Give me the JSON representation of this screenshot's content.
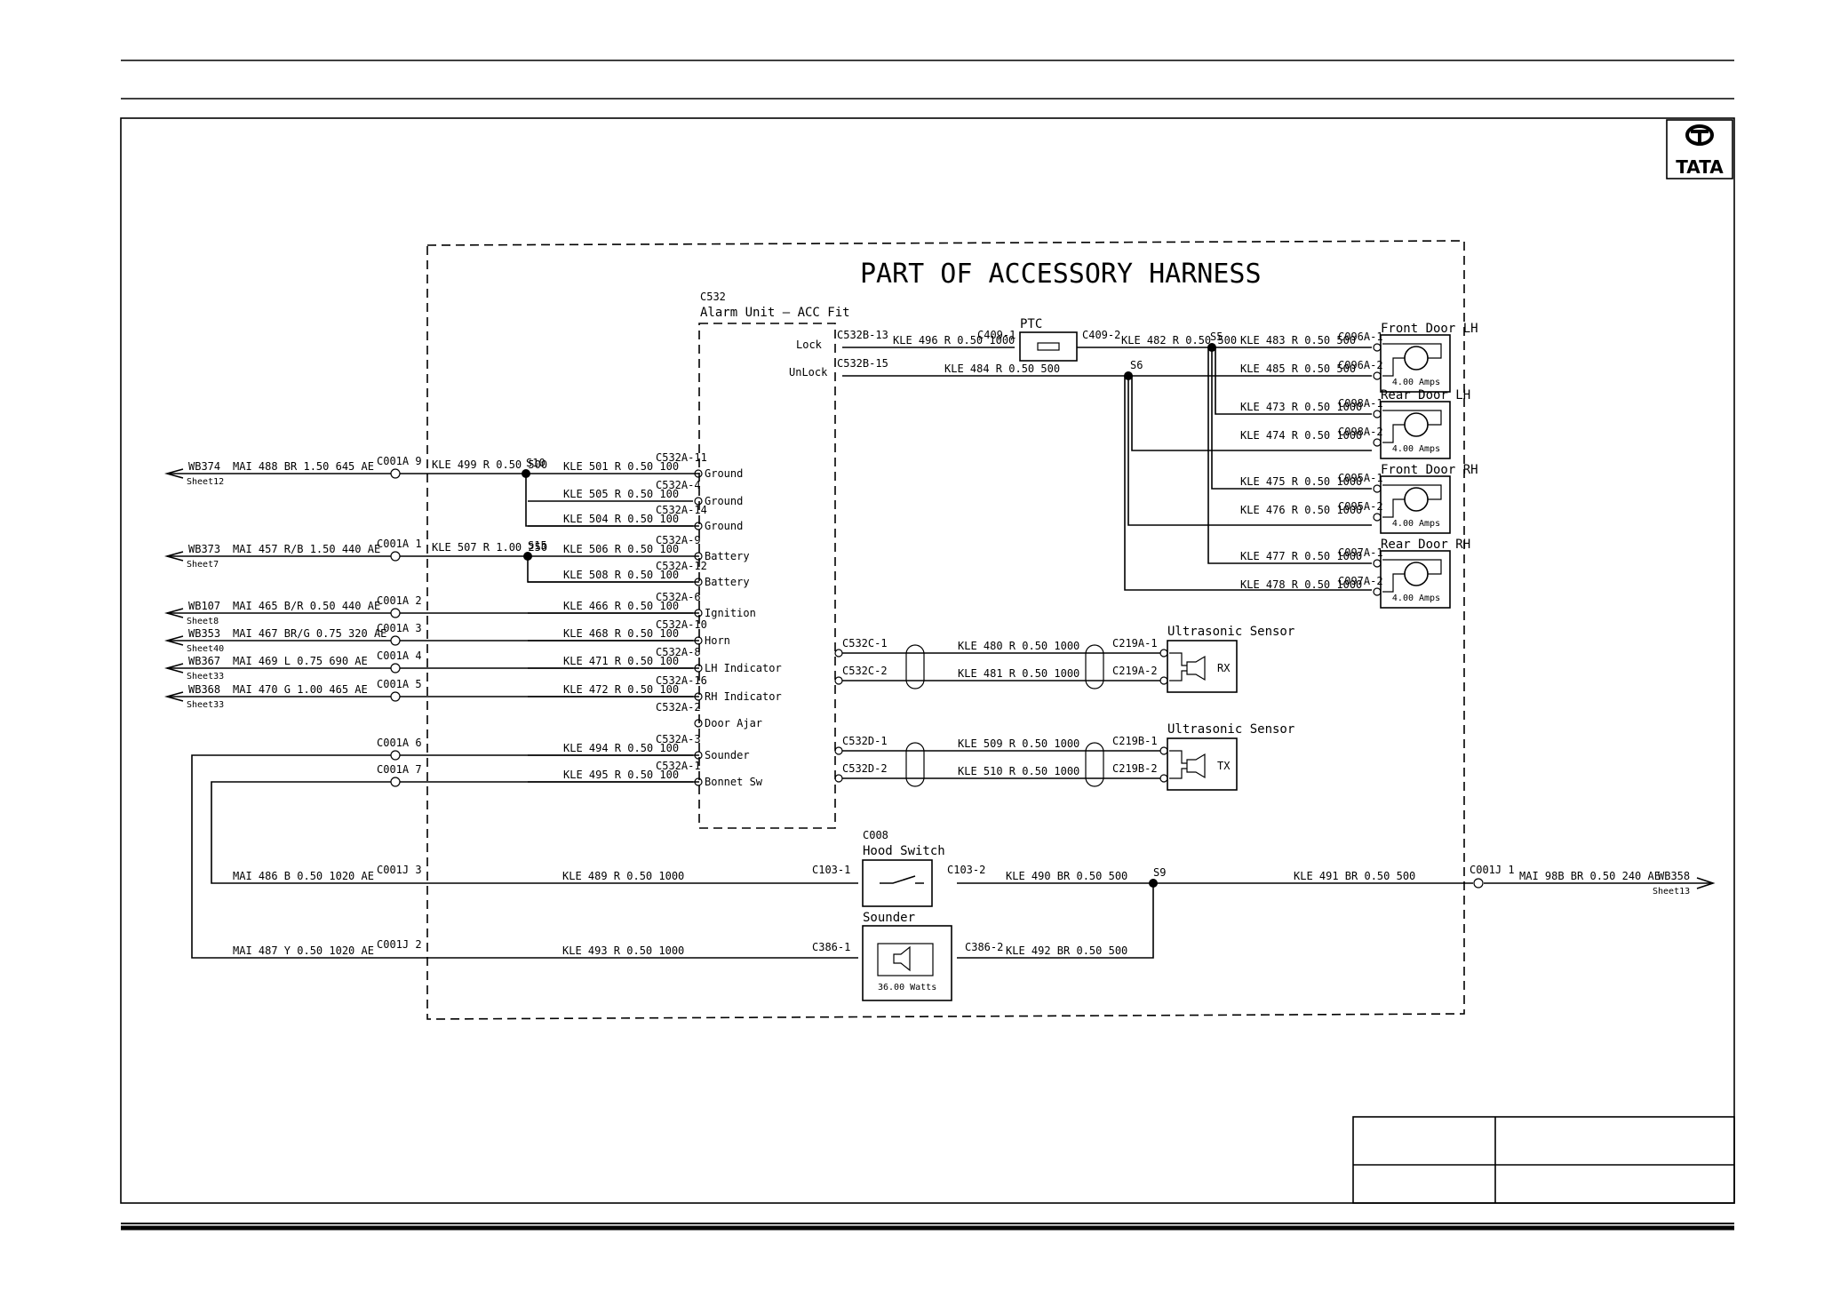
{
  "title": "PART OF ACCESSORY HARNESS",
  "logo": "TATA",
  "alarm_unit": {
    "id": "C532",
    "name": "Alarm Unit – ACC Fit"
  },
  "left_connections": [
    {
      "wb": "WB374",
      "sheet": "Sheet12",
      "wire": "MAI 488 BR 1.50 645 AE",
      "conn": "C001A 9",
      "arrow": true
    },
    {
      "wb": "WB373",
      "sheet": "Sheet7",
      "wire": "MAI 457 R/B 1.50 440 AE",
      "conn": "C001A 1",
      "arrow": true
    },
    {
      "wb": "WB107",
      "sheet": "Sheet8",
      "wire": "MAI 465 B/R 0.50 440 AE",
      "conn": "C001A 2",
      "arrow": true
    },
    {
      "wb": "WB353",
      "sheet": "Sheet40",
      "wire": "MAI 467 BR/G 0.75 320 AE",
      "conn": "C001A 3",
      "arrow": true
    },
    {
      "wb": "WB367",
      "sheet": "Sheet33",
      "wire": "MAI 469 L 0.75 690 AE",
      "conn": "C001A 4",
      "arrow": true
    },
    {
      "wb": "WB368",
      "sheet": "Sheet33",
      "wire": "MAI 470 G 1.00 465 AE",
      "conn": "C001A 5",
      "arrow": true
    },
    {
      "wb": "",
      "sheet": "",
      "wire": "",
      "conn": "C001A 6",
      "arrow": false
    },
    {
      "wb": "",
      "sheet": "",
      "wire": "",
      "conn": "C001A 7",
      "arrow": false
    }
  ],
  "inner_left_wires": [
    "KLE 499 R 0.50 500",
    "KLE 507 R 1.00 250"
  ],
  "splices": [
    "S10",
    "S15",
    "S5",
    "S6",
    "S9"
  ],
  "alarm_pins": [
    {
      "wire": "KLE 501 R 0.50 100",
      "pin": "C532A-11",
      "label": "Ground"
    },
    {
      "wire": "KLE 505 R 0.50 100",
      "pin": "C532A-4",
      "label": "Ground"
    },
    {
      "wire": "KLE 504 R 0.50 100",
      "pin": "C532A-14",
      "label": "Ground"
    },
    {
      "wire": "KLE 506 R 0.50 100",
      "pin": "C532A-9",
      "label": "Battery"
    },
    {
      "wire": "KLE 508 R 0.50 100",
      "pin": "C532A-12",
      "label": "Battery"
    },
    {
      "wire": "KLE 466 R 0.50 100",
      "pin": "C532A-6",
      "label": "Ignition"
    },
    {
      "wire": "KLE 468 R 0.50 100",
      "pin": "C532A-10",
      "label": "Horn"
    },
    {
      "wire": "KLE 471 R 0.50 100",
      "pin": "C532A-8",
      "label": "LH Indicator"
    },
    {
      "wire": "KLE 472 R 0.50 100",
      "pin": "C532A-16",
      "label": "RH Indicator"
    },
    {
      "wire": "",
      "pin": "C532A-2",
      "label": "Door Ajar"
    },
    {
      "wire": "KLE 494 R 0.50 100",
      "pin": "C532A-3",
      "label": "Sounder"
    },
    {
      "wire": "KLE 495 R 0.50 100",
      "pin": "C532A-1",
      "label": "Bonnet Sw"
    }
  ],
  "lock": {
    "label": "Lock",
    "pin": "C532B-13",
    "wire1": "KLE 496 R 0.50 1000",
    "ptc": "PTC",
    "ptc_in": "C409-1",
    "ptc_out": "C409-2",
    "wire2": "KLE 482 R 0.50 500"
  },
  "unlock": {
    "label": "UnLock",
    "pin": "C532B-15",
    "wire": "KLE 484 R 0.50 500"
  },
  "doors": [
    {
      "name": "Front Door LH",
      "pin1": "C096A-1",
      "pin2": "C096A-2",
      "wire1": "KLE 483 R 0.50 500",
      "wire2": "KLE 485 R 0.50 500",
      "rating": "4.00 Amps"
    },
    {
      "name": "Rear Door LH",
      "pin1": "C098A-1",
      "pin2": "C098A-2",
      "wire1": "KLE 473 R 0.50 1000",
      "wire2": "KLE 474 R 0.50 1000",
      "rating": "4.00 Amps"
    },
    {
      "name": "Front Door RH",
      "pin1": "C095A-1",
      "pin2": "C095A-2",
      "wire1": "KLE 475 R 0.50 1000",
      "wire2": "KLE 476 R 0.50 1000",
      "rating": "4.00 Amps"
    },
    {
      "name": "Rear Door RH",
      "pin1": "C097A-1",
      "pin2": "C097A-2",
      "wire1": "KLE 477 R 0.50 1000",
      "wire2": "KLE 478 R 0.50 1000",
      "rating": "4.00 Amps"
    }
  ],
  "sensors": [
    {
      "name": "Ultrasonic Sensor",
      "tag": "RX",
      "src1": "C532C-1",
      "src2": "C532C-2",
      "dst1": "C219A-1",
      "dst2": "C219A-2",
      "wire1": "KLE 480 R 0.50 1000",
      "wire2": "KLE 481 R 0.50 1000"
    },
    {
      "name": "Ultrasonic Sensor",
      "tag": "TX",
      "src1": "C532D-1",
      "src2": "C532D-2",
      "dst1": "C219B-1",
      "dst2": "C219B-2",
      "wire1": "KLE 509 R 0.50 1000",
      "wire2": "KLE 510 R 0.50 1000"
    }
  ],
  "hood_switch": {
    "id": "C008",
    "name": "Hood Switch",
    "in": "C103-1",
    "out": "C103-2"
  },
  "sounder": {
    "name": "Sounder",
    "in": "C386-1",
    "out": "C386-2",
    "rating": "36.00 Watts"
  },
  "bottom": {
    "hood_outer": "MAI 486 B 0.50 1020 AE",
    "hood_conn": "C001J 3",
    "hood_inner": "KLE 489 R 0.50 1000",
    "hood_after": "KLE 490 BR 0.50 500",
    "s9_right": "KLE 491 BR 0.50 500",
    "right_conn": "C001J 1",
    "right_wire": "MAI 98B BR 0.50 240 AE",
    "right_wb": "WB358",
    "right_sheet": "Sheet13",
    "snd_outer": "MAI 487 Y 0.50 1020 AE",
    "snd_conn": "C001J 2",
    "snd_inner": "KLE 493 R 0.50 1000",
    "snd_after": "KLE 492 BR 0.50 500"
  },
  "colors": {
    "ink": "#000000",
    "paper": "#ffffff"
  }
}
